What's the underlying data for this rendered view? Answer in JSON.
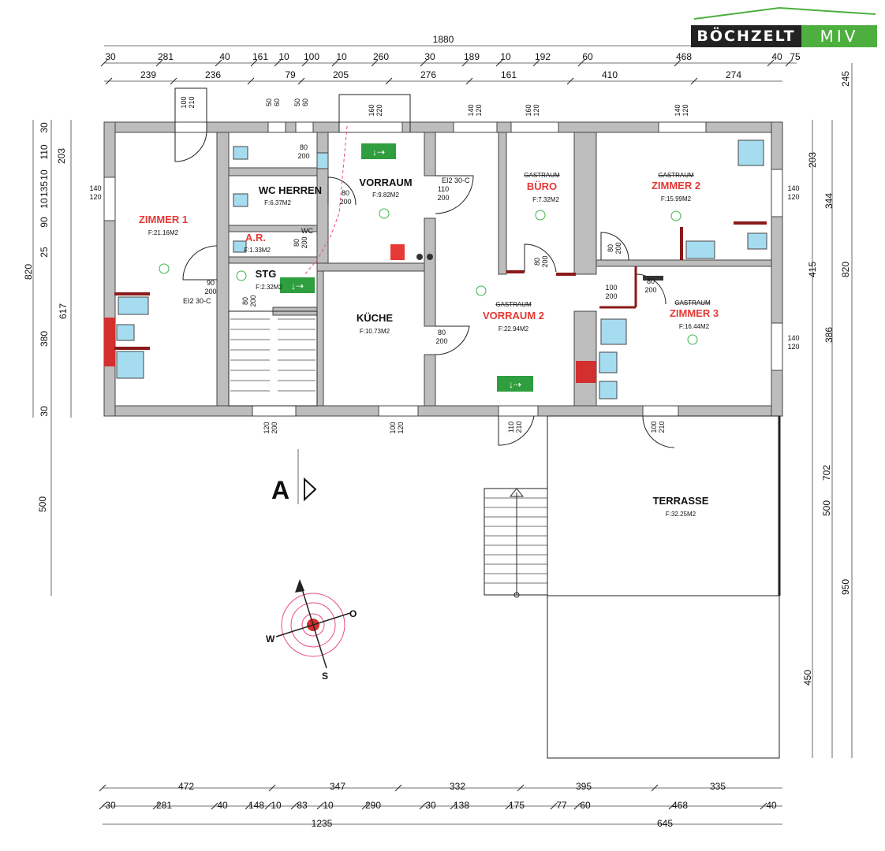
{
  "logo": {
    "name": "BÖCHZELT",
    "brand": "MIV",
    "brand_color": "#4caf3e"
  },
  "dimensions": {
    "top_total": "1880",
    "top_row1": [
      "30",
      "281",
      "40",
      "161",
      "10",
      "100",
      "10",
      "260",
      "30",
      "189",
      "10",
      "192",
      "60",
      "468",
      "40",
      "75"
    ],
    "top_row2": [
      "239",
      "236",
      "79",
      "205",
      "276",
      "161",
      "410",
      "274"
    ],
    "right_col": [
      "245",
      "203",
      "344",
      "415",
      "386",
      "820",
      "702",
      "500",
      "450",
      "950"
    ],
    "left_col": [
      "30",
      "110",
      "203",
      "10",
      "135",
      "10",
      "90",
      "25",
      "820",
      "617",
      "380",
      "30",
      "500"
    ],
    "bottom_row1": [
      "472",
      "347",
      "332",
      "395",
      "335"
    ],
    "bottom_row2": [
      "30",
      "281",
      "40",
      "148",
      "10",
      "83",
      "10",
      "290",
      "30",
      "138",
      "175",
      "77",
      "60",
      "468",
      "40"
    ],
    "bottom_row3": [
      "1235",
      "645"
    ],
    "right_inner": [
      "203",
      "450"
    ]
  },
  "openings": {
    "window_top_1": [
      "100",
      "210"
    ],
    "window_top_2": [
      "50",
      "60"
    ],
    "window_top_3": [
      "50",
      "60"
    ],
    "window_top_4": [
      "160",
      "220"
    ],
    "window_top_5": [
      "140",
      "120"
    ],
    "window_top_6": [
      "160",
      "120"
    ],
    "window_top_7": [
      "140",
      "120"
    ],
    "window_left": [
      "140",
      "120"
    ],
    "window_right_1": [
      "140",
      "120"
    ],
    "window_right_2": [
      "140",
      "120"
    ],
    "window_bottom_1": [
      "120",
      "200"
    ],
    "window_bottom_2": [
      "100",
      "120"
    ],
    "door_bottom_main": [
      "110",
      "210"
    ],
    "door_bottom_right": [
      "100",
      "210"
    ],
    "door_wc": [
      "80",
      "200"
    ],
    "door_wc2": [
      "80",
      "200"
    ],
    "door_vorraum": [
      "110",
      "200"
    ],
    "door_ar": [
      "80",
      "200"
    ],
    "door_stg": [
      "90",
      "200"
    ],
    "door_stg2": [
      "80",
      "200"
    ],
    "door_kueche": [
      "80",
      "200"
    ],
    "door_buero": [
      "80",
      "200"
    ],
    "door_z3a": [
      "100",
      "200"
    ],
    "door_z3b": [
      "80",
      "200"
    ],
    "door_z2": [
      "80",
      "200"
    ],
    "fire_rating_1": "EI2 30-C",
    "fire_rating_2": "EI2 30-C",
    "wc_label": "WC"
  },
  "rooms": {
    "zimmer1": {
      "name": "ZIMMER 1",
      "area": "F:21.16M2"
    },
    "wc_herren": {
      "name": "WC HERREN",
      "area": "F:6.37M2"
    },
    "ar": {
      "name": "A.R.",
      "area": "F:1.33M2"
    },
    "stg": {
      "name": "STG",
      "area": "F:2.32M2"
    },
    "vorraum": {
      "name": "VORRAUM",
      "area": "F:9.82M2"
    },
    "kueche": {
      "name": "KÜCHE",
      "area": "F:10.73M2"
    },
    "buero": {
      "old": "GASTRAUM",
      "name": "BÜRO",
      "area": "F:7.32M2"
    },
    "zimmer2": {
      "old": "GASTRAUM",
      "name": "ZIMMER 2",
      "area": "F:15.99M2"
    },
    "vorraum2": {
      "old": "GASTRAUM",
      "name": "VORRAUM 2",
      "area": "F:22.94M2"
    },
    "zimmer3": {
      "old": "GASTRAUM",
      "name": "ZIMMER 3",
      "area": "F:16.44M2"
    },
    "terrasse": {
      "name": "TERRASSE",
      "area": "F:32.25M2"
    }
  },
  "section_marker": "A",
  "compass": {
    "n_mark": "",
    "o": "O",
    "w": "W",
    "s": "S"
  },
  "colors": {
    "wall_fill": "#bdbdbd",
    "red_wall": "#d32f2f",
    "red_label": "#e53935",
    "exit_green": "#2e9e3e",
    "fixture_blue": "#a6dcef"
  }
}
